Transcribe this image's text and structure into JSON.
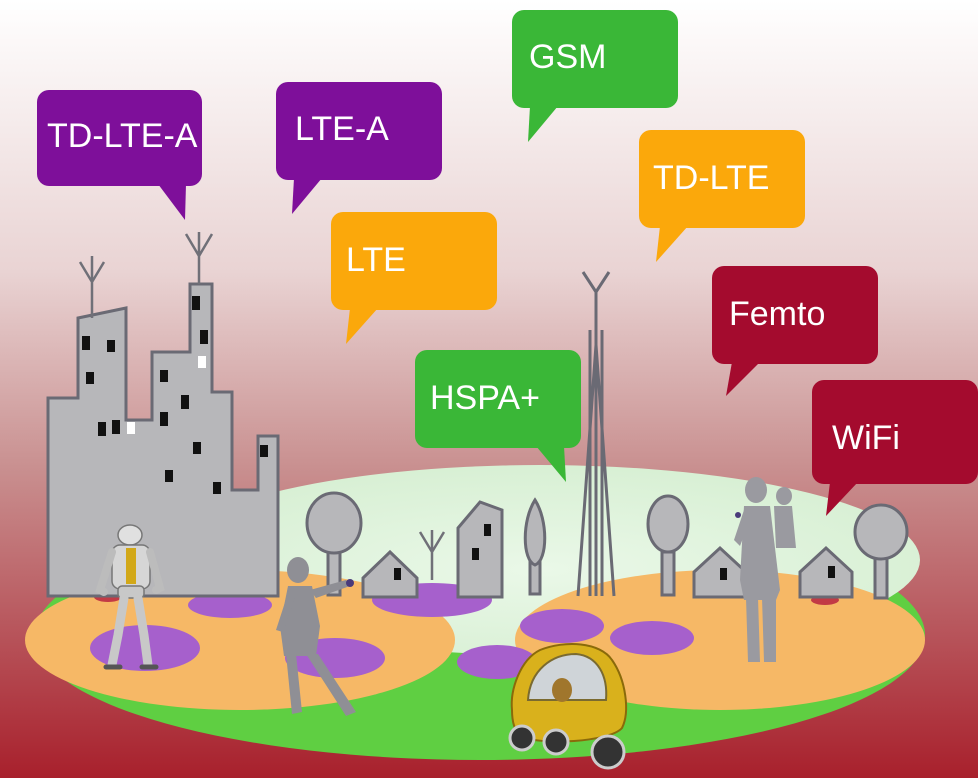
{
  "colors": {
    "purple": "#7e0f9a",
    "green": "#3ab737",
    "orange": "#fba80b",
    "crimson": "#a40b2e",
    "building_gray": "#b3b3b6",
    "lawn_green": "#6fd64a",
    "zone_orange": "#f7b45a",
    "cell_purple": "#a05ad0"
  },
  "bubbles": {
    "td_lte_a": {
      "label": "TD-LTE-A",
      "color": "purple"
    },
    "lte_a": {
      "label": "LTE-A",
      "color": "purple"
    },
    "gsm": {
      "label": "GSM",
      "color": "green"
    },
    "td_lte": {
      "label": "TD-LTE",
      "color": "orange"
    },
    "lte": {
      "label": "LTE",
      "color": "orange"
    },
    "femto": {
      "label": "Femto",
      "color": "crimson"
    },
    "hspa_plus": {
      "label": "HSPA+",
      "color": "green"
    },
    "wifi": {
      "label": "WiFi",
      "color": "crimson"
    }
  },
  "figures": [
    "robot",
    "woman",
    "parent-with-child",
    "yellow-car"
  ]
}
